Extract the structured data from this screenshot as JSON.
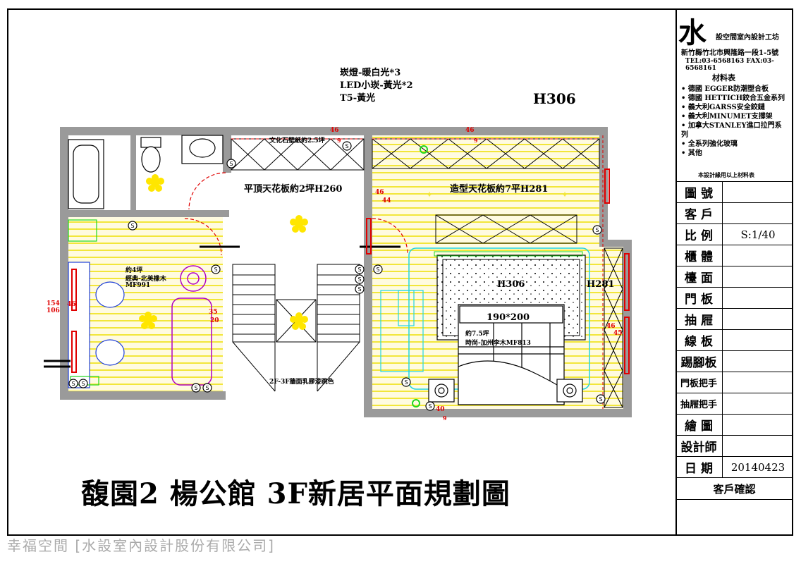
{
  "notes": {
    "line1": "崁燈-暖白光*3",
    "line2": "LED小崁-黃光*2",
    "line3": "T5-黃光",
    "height_main": "H306"
  },
  "plan_labels": {
    "wallpaper": "文化石壁紙約2.5坪",
    "flat_ceiling": "平頂天花板約2坪H260",
    "shaped_ceiling": "造型天花板約7平H281",
    "study_area": "約4坪",
    "study_floor": "經典-北美橡木",
    "study_code": "MF991",
    "stairs_note": "2F-3F牆面乳膠漆跳色",
    "h306_inner": "H306",
    "h281_side": "H281",
    "bed_size": "190*200",
    "bed_area": "約7.5坪",
    "bed_floor": "時尚-加州李木MF813",
    "dim_46a": "46",
    "dim_9a": "9",
    "dim_46b": "46",
    "dim_9b": "9",
    "dim_46c": "46",
    "dim_44": "44",
    "dim_154": "154",
    "dim_106": "106",
    "dim_46d": "46",
    "dim_35": "35",
    "dim_20": "20",
    "dim_46e": "46",
    "dim_45": "45",
    "dim_40": "40",
    "dim_9c": "9"
  },
  "title": "馥園2 楊公館 3F新居平面規劃圖",
  "title_block": {
    "logo": "水",
    "company": "設空間室內設計工坊",
    "address": "新竹縣竹北市興隆路一段1-5號",
    "tel": "TEL:03-6568163  FAX:03-6568161",
    "materials_heading": "材料表",
    "materials": [
      "• 德國 EGGER防潮塑合板",
      "• 德國 HETTICH鉸合五金系列",
      "• 義大利GARSS安全鉸鏈",
      "• 義大利MINUMET支撐架",
      "• 加拿大STANLEY進口拉門系",
      "  列",
      "• 全系列強化玻璃",
      "• 其他"
    ],
    "note": "本設計緣用以上材料表",
    "rows": [
      {
        "k": "圖 號",
        "v": ""
      },
      {
        "k": "客 戶",
        "v": ""
      },
      {
        "k": "比 例",
        "v": "S:1/40"
      },
      {
        "k": "櫃 體",
        "v": ""
      },
      {
        "k": "檯 面",
        "v": ""
      },
      {
        "k": "門 板",
        "v": ""
      },
      {
        "k": "抽 屜",
        "v": ""
      },
      {
        "k": "線 板",
        "v": ""
      },
      {
        "k": "踢腳板",
        "v": ""
      },
      {
        "k": "門板把手",
        "v": ""
      },
      {
        "k": "抽屜把手",
        "v": ""
      },
      {
        "k": "繪 圖",
        "v": ""
      },
      {
        "k": "設計師",
        "v": ""
      },
      {
        "k": "日 期",
        "v": "20140423"
      }
    ],
    "confirm": "客戶確認"
  },
  "footer": "幸福空間 [水設室內設計股份有限公司]",
  "colors": {
    "wall": "#9a9a9a",
    "hatch": "#f2ee3a",
    "light": "#ffe600",
    "red": "#e00000",
    "green": "#1fd81f",
    "cyan": "#22d5e0",
    "purple": "#b000c0"
  }
}
